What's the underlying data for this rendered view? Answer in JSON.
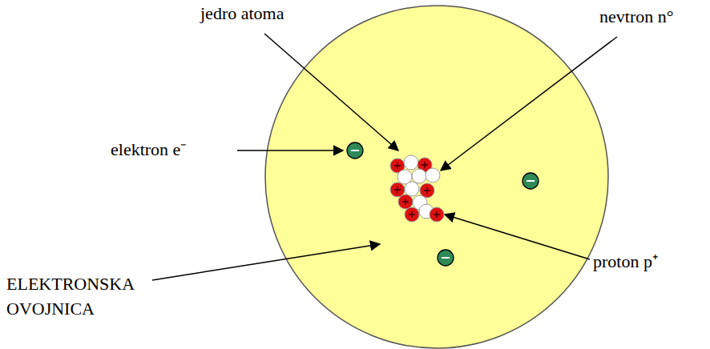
{
  "diagram": {
    "labels": [
      "jedro atoma",
      "nevtron n°",
      "elektron e⁻",
      "proton p⁺",
      "ELEKTRONSKA OVOJNICA"
    ]
  }
}
